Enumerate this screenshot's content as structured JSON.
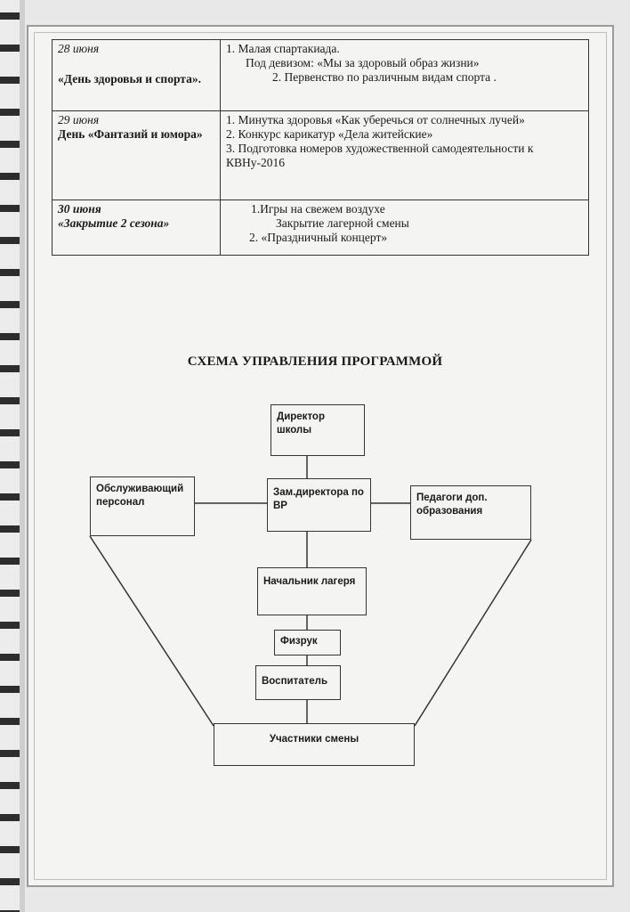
{
  "schedule": [
    {
      "date": "28 июня",
      "name": "«День здоровья и спорта».",
      "activities": [
        "1. Малая спартакиада.",
        "Под девизом: «Мы  за здоровый образ жизни»",
        "2.  Первенство  по различным видам  спорта ."
      ]
    },
    {
      "date": "29 июня",
      "name": "День «Фантазий и юмора»",
      "activities": [
        "1. Минутка здоровья «Как уберечься от солнечных лучей»",
        "2. Конкурс карикатур «Дела житейские»",
        "3. Подготовка номеров художественной самодеятельности к КВНу-2016"
      ]
    },
    {
      "date": "30 июня",
      "name": "«Закрытие 2  сезона»",
      "activities": [
        "1.Игры на свежем воздухе",
        "Закрытие лагерной смены",
        "2.    «Праздничный концерт»"
      ]
    }
  ],
  "schema": {
    "title": "СХЕМА УПРАВЛЕНИЯ ПРОГРАММОЙ",
    "director": "Директор школы",
    "deputy": "Зам.директора по ВР",
    "service_staff": "Обслуживающий персонал",
    "teachers": "Педагоги доп. образования",
    "camp_head": "Начальник лагеря",
    "pe_teacher": "Физрук",
    "educator": "Воспитатель",
    "participants": "Участники смены"
  }
}
